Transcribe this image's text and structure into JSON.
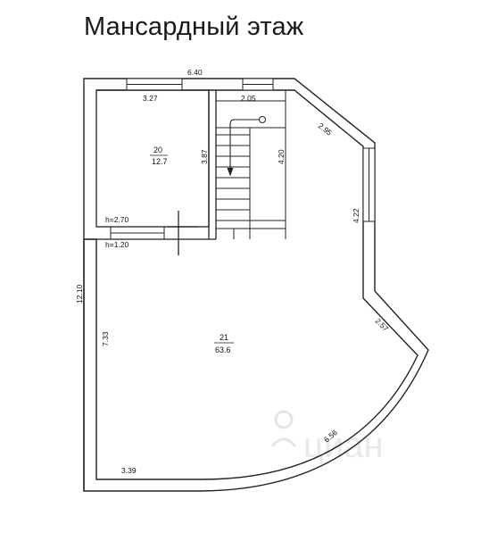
{
  "title": "Мансардный этаж",
  "dimensions": {
    "top_overall": "6.40",
    "room20_width": "3.27",
    "stair_width": "2.05",
    "room20_depth": "3.87",
    "stair_depth": "4.20",
    "diag_upper": "2.95",
    "right_wall": "4.22",
    "diag_lower": "2.57",
    "arc_length": "6.56",
    "bottom_left": "3.39",
    "left_overall": "12.10",
    "left_inner": "7.33",
    "h_high": "h=2.70",
    "h_low": "h=1.20"
  },
  "rooms": [
    {
      "number": "20",
      "area": "12.7"
    },
    {
      "number": "21",
      "area": "63.6"
    }
  ],
  "watermark": "циан"
}
